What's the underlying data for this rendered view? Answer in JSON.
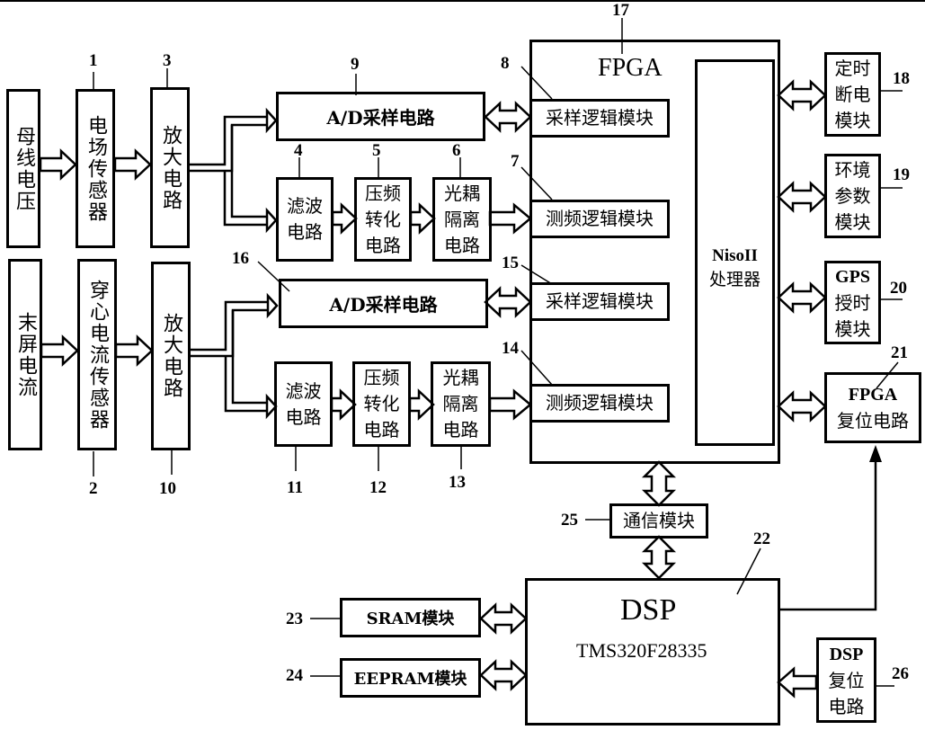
{
  "diagram": {
    "type": "block-diagram",
    "blocks": {
      "bus_voltage": {
        "label": "母线电压",
        "ref": ""
      },
      "efield_sensor": {
        "label": "电场传感器",
        "ref": "1"
      },
      "core_current_sensor": {
        "label": "穿心电流传感器",
        "ref": "2"
      },
      "amp_top": {
        "label": "放大电路",
        "ref": "3"
      },
      "filter_top": {
        "label_l1": "滤波",
        "label_l2": "电路",
        "ref": "4"
      },
      "vf_top": {
        "label_l1": "压频",
        "label_l2": "转化",
        "label_l3": "电路",
        "ref": "5"
      },
      "opto_top": {
        "label_l1": "光耦",
        "label_l2": "隔离",
        "label_l3": "电路",
        "ref": "6"
      },
      "freq_logic_top": {
        "label": "测频逻辑模块",
        "ref": "7"
      },
      "sample_logic_top": {
        "label": "采样逻辑模块",
        "ref": "8"
      },
      "adc_top": {
        "label": "A/D采样电路",
        "ref": "9"
      },
      "amp_bottom": {
        "label": "放大电路",
        "ref": "10"
      },
      "filter_bottom": {
        "label_l1": "滤波",
        "label_l2": "电路",
        "ref": "11"
      },
      "vf_bottom": {
        "label_l1": "压频",
        "label_l2": "转化",
        "label_l3": "电路",
        "ref": "12"
      },
      "opto_bottom": {
        "label_l1": "光耦",
        "label_l2": "隔离",
        "label_l3": "电路",
        "ref": "13"
      },
      "freq_logic_bottom": {
        "label": "测频逻辑模块",
        "ref": "14"
      },
      "sample_logic_bottom": {
        "label": "采样逻辑模块",
        "ref": "15"
      },
      "adc_bottom": {
        "label": "A/D采样电路",
        "ref": "16"
      },
      "fpga": {
        "label": "FPGA",
        "ref": "17"
      },
      "timer_poweroff": {
        "label_l1": "定时",
        "label_l2": "断电",
        "label_l3": "模块",
        "ref": "18"
      },
      "env_params": {
        "label_l1": "环境",
        "label_l2": "参数",
        "label_l3": "模块",
        "ref": "19"
      },
      "gps_timing": {
        "label_l1": "GPS",
        "label_l2": "授时",
        "label_l3": "模块",
        "ref": "20"
      },
      "fpga_reset": {
        "label_l1": "FPGA",
        "label_l2": "复位电路",
        "ref": "21"
      },
      "dsp": {
        "label": "DSP",
        "sublabel": "TMS320F28335",
        "ref": "22"
      },
      "sram": {
        "label": "SRAM模块",
        "ref": "23"
      },
      "eepram": {
        "label": "EEPRAM模块",
        "ref": "24"
      },
      "comm": {
        "label": "通信模块",
        "ref": "25"
      },
      "dsp_reset": {
        "label_l1": "DSP",
        "label_l2": "复位",
        "label_l3": "电路",
        "ref": "26"
      },
      "end_screen_current": {
        "label": "末屏电流",
        "ref": ""
      },
      "nios": {
        "label_l1": "NisoII",
        "label_l2": "处理器",
        "ref": ""
      }
    },
    "connections": [
      {
        "from": "母线电压",
        "to": "电场传感器",
        "kind": "hollow-arrow"
      },
      {
        "from": "电场传感器",
        "to": "放大电路(3)",
        "kind": "hollow-arrow"
      },
      {
        "from": "放大电路(3)",
        "to": "A/D采样电路(9)",
        "kind": "hollow-arrow"
      },
      {
        "from": "放大电路(3)",
        "to": "滤波电路(4)",
        "kind": "hollow-arrow"
      },
      {
        "from": "滤波电路(4)",
        "to": "压频转化电路(5)",
        "kind": "hollow-arrow"
      },
      {
        "from": "压频转化电路(5)",
        "to": "光耦隔离电路(6)",
        "kind": "hollow-arrow"
      },
      {
        "from": "光耦隔离电路(6)",
        "to": "测频逻辑模块(7)",
        "kind": "hollow-arrow"
      },
      {
        "from": "A/D采样电路(9)",
        "to": "采样逻辑模块(8)",
        "kind": "bidirectional"
      },
      {
        "from": "末屏电流",
        "to": "穿心电流传感器",
        "kind": "hollow-arrow"
      },
      {
        "from": "穿心电流传感器",
        "to": "放大电路(10)",
        "kind": "hollow-arrow"
      },
      {
        "from": "放大电路(10)",
        "to": "A/D采样电路(16)",
        "kind": "hollow-arrow"
      },
      {
        "from": "放大电路(10)",
        "to": "滤波电路(11)",
        "kind": "hollow-arrow"
      },
      {
        "from": "滤波电路(11)",
        "to": "压频转化电路(12)",
        "kind": "hollow-arrow"
      },
      {
        "from": "压频转化电路(12)",
        "to": "光耦隔离电路(13)",
        "kind": "hollow-arrow"
      },
      {
        "from": "光耦隔离电路(13)",
        "to": "测频逻辑模块(14)",
        "kind": "hollow-arrow"
      },
      {
        "from": "A/D采样电路(16)",
        "to": "采样逻辑模块(15)",
        "kind": "bidirectional"
      },
      {
        "from": "FPGA",
        "to": "定时断电模块",
        "kind": "bidirectional"
      },
      {
        "from": "FPGA",
        "to": "环境参数模块",
        "kind": "bidirectional"
      },
      {
        "from": "FPGA",
        "to": "GPS授时模块",
        "kind": "bidirectional"
      },
      {
        "from": "FPGA",
        "to": "FPGA复位电路",
        "kind": "bidirectional"
      },
      {
        "from": "FPGA",
        "to": "通信模块",
        "kind": "bidirectional"
      },
      {
        "from": "通信模块",
        "to": "DSP",
        "kind": "bidirectional"
      },
      {
        "from": "SRAM模块",
        "to": "DSP",
        "kind": "bidirectional"
      },
      {
        "from": "EEPRAM模块",
        "to": "DSP",
        "kind": "bidirectional"
      },
      {
        "from": "DSP复位电路",
        "to": "DSP",
        "kind": "hollow-arrow"
      },
      {
        "from": "DSP",
        "to": "FPGA复位电路",
        "kind": "line-arrow"
      }
    ]
  }
}
